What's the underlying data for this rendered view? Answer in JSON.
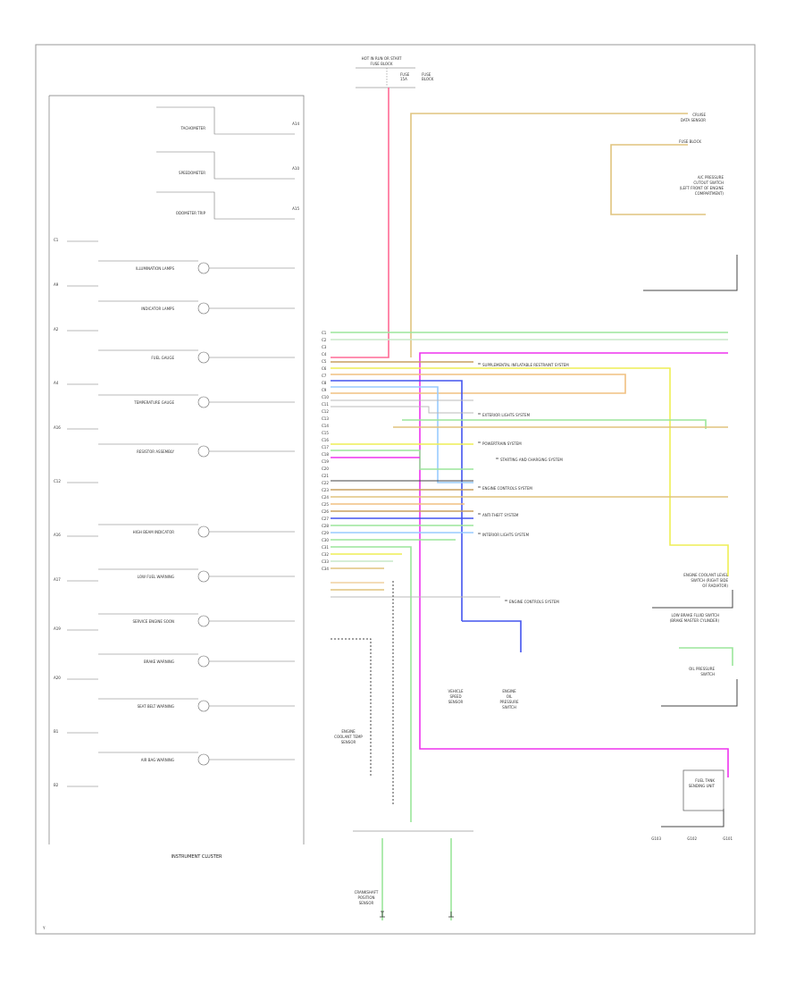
{
  "diagram": {
    "fuse_block": {
      "title_lines": [
        "HOT IN RUN OR START",
        "FUSE BLOCK"
      ],
      "fuse_lines": [
        "FUSE",
        "15A"
      ],
      "side_lines": [
        "FUSE",
        "BLOCK"
      ]
    },
    "top_right_note": "",
    "cluster_caption": "INSTRUMENT CLUSTER",
    "corner_mark": "Y",
    "cluster_gauges": [
      {
        "label": "TACHOMETER",
        "pin": "A14"
      },
      {
        "label": "SPEEDOMETER",
        "pin": "A10"
      },
      {
        "label": "ODOMETER TRIP",
        "pin": "A15"
      }
    ],
    "left_pins": [
      "C1",
      "A9",
      "A2",
      "A4",
      "A16",
      "C12",
      "A16",
      "A17",
      "A19",
      "A20",
      "B1",
      "B2"
    ],
    "cluster_lamps": [
      {
        "label": "ILLUMINATION LAMPS"
      },
      {
        "label": "INDICATOR LAMPS"
      },
      {
        "label": "FUEL GAUGE"
      },
      {
        "label": "TEMPERATURE GAUGE"
      },
      {
        "label": "RESISTOR ASSEMBLY"
      },
      {
        "label": "HIGH BEAM INDICATOR"
      },
      {
        "label": "LOW FUEL WARNING"
      },
      {
        "label": "SERVICE ENGINE SOON"
      },
      {
        "label": "BRAKE WARNING"
      },
      {
        "label": "SEAT BELT WARNING"
      },
      {
        "label": "AIR BAG WARNING"
      }
    ],
    "connector_pins": [
      "C1",
      "C2",
      "C3",
      "C4",
      "C5",
      "C6",
      "C7",
      "C8",
      "C9",
      "C10",
      "C11",
      "C12",
      "C13",
      "C14",
      "C15",
      "C16",
      "C17",
      "C18",
      "C19",
      "C20",
      "C21",
      "C22",
      "C23",
      "C24",
      "C25",
      "C26",
      "C27",
      "C28",
      "C29",
      "C30",
      "C31",
      "C32",
      "C33",
      "C34"
    ],
    "system_labels": [
      "SUPPLEMENTAL INFLATABLE RESTRAINT SYSTEM",
      "EXTERIOR LIGHTS SYSTEM",
      "POWERTRAIN SYSTEM",
      "STARTING AND CHARGING SYSTEM",
      "ENGINE CONTROLS SYSTEM",
      "ANTI-THEFT SYSTEM",
      "INTERIOR LIGHTS SYSTEM",
      "ENGINE CONTROLS SYSTEM"
    ],
    "right_components": [
      {
        "lines": [
          "A/C PRESSURE",
          "CUTOUT SWITCH",
          "(LEFT FRONT OF ENGINE",
          "COMPARTMENT)"
        ]
      },
      {
        "lines": [
          "CRUISE",
          "DATA SENSOR"
        ]
      },
      {
        "lines": [
          "FUSE BLOCK"
        ]
      },
      {
        "lines": [
          "ENGINE COOLANT LEVEL",
          "SWITCH (RIGHT SIDE",
          "OF RADIATOR)"
        ]
      },
      {
        "lines": [
          "LOW BRAKE FLUID SWITCH",
          "(BRAKE MASTER CYLINDER)"
        ]
      },
      {
        "lines": [
          "OIL PRESSURE",
          "SWITCH"
        ]
      },
      {
        "lines": [
          "FUEL TANK",
          "SENDING UNIT"
        ]
      }
    ],
    "bottom_components": [
      {
        "lines": [
          "ENGINE",
          "COOLANT TEMP",
          "SENSOR"
        ]
      },
      {
        "lines": [
          "VEHICLE",
          "SPEED",
          "SENSOR"
        ]
      },
      {
        "lines": [
          "ENGINE",
          "OIL",
          "PRESSURE",
          "SWITCH"
        ]
      },
      {
        "lines": [
          "CRANKSHAFT",
          "POSITION",
          "SENSOR"
        ]
      }
    ],
    "ground_labels": [
      "G101",
      "G102",
      "G103"
    ]
  },
  "colors": {
    "pink": "#ff6a95",
    "tan": "#e0c47e",
    "green": "#9be69b",
    "magenta": "#ee33ee",
    "blue": "#4455ee",
    "yellow": "#eeee55",
    "orange": "#f0c080",
    "brown": "#c8a060",
    "lightblue": "#99ccff",
    "gray": "#444444"
  }
}
